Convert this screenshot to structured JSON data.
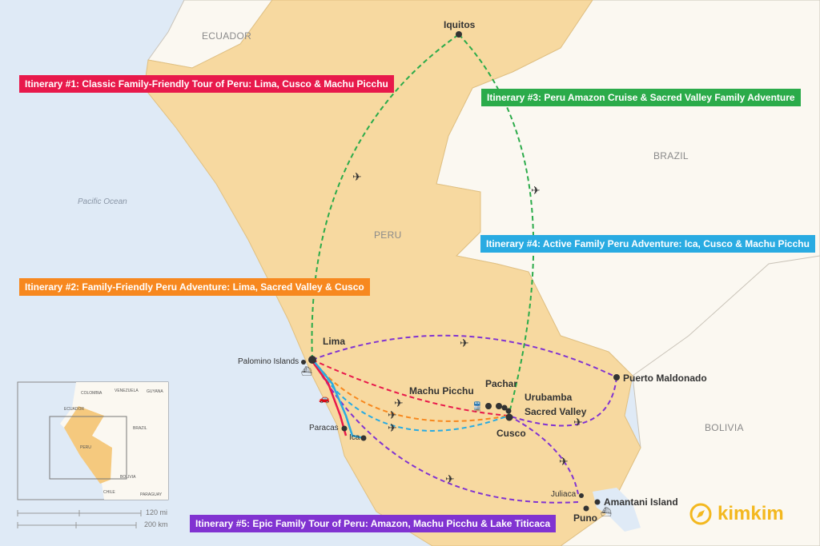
{
  "itineraries": [
    {
      "label": "Itinerary #1: Classic Family-Friendly Tour of Peru: Lima, Cusco & Machu Picchu",
      "color": "#e8194b"
    },
    {
      "label": "Itinerary #2: Family-Friendly Peru Adventure: Lima, Sacred Valley & Cusco",
      "color": "#f7881f"
    },
    {
      "label": "Itinerary #3: Peru Amazon Cruise & Sacred Valley Family Adventure",
      "color": "#2bab4a"
    },
    {
      "label": "Itinerary #4: Active Family Peru Adventure: Ica, Cusco & Machu Picchu",
      "color": "#29abe2"
    },
    {
      "label": "Itinerary #5: Epic Family Tour of Peru: Amazon, Machu Picchu & Lake Titicaca",
      "color": "#8133d1"
    }
  ],
  "countries": {
    "ecuador": "ECUADOR",
    "brazil": "BRAZIL",
    "peru": "PERU",
    "bolivia": "BOLIVIA"
  },
  "ocean": "Pacific Ocean",
  "cities": {
    "iquitos": "Iquitos",
    "lima": "Lima",
    "palomino": "Palomino Islands",
    "paracas": "Paracas",
    "ica": "Ica",
    "machu": "Machu Picchu",
    "pachar": "Pachar",
    "urubamba": "Urubamba",
    "sacred": "Sacred Valley",
    "cusco": "Cusco",
    "maldonado": "Puerto Maldonado",
    "juliaca": "Juliaca",
    "puno": "Puno",
    "amantani": "Amantani Island"
  },
  "inset": {
    "colombia": "COLOMBIA",
    "venezuela": "VENEZUELA",
    "guyana": "GUYANA",
    "ecuador": "ECUADOR",
    "brazil": "BRAZIL",
    "peru": "PERU",
    "bolivia": "BOLIVIA",
    "chile": "CHILE",
    "paraguay": "PARAGUAY"
  },
  "scale": {
    "miles": "120 mi",
    "km": "200 km"
  },
  "brand": "kimkim"
}
